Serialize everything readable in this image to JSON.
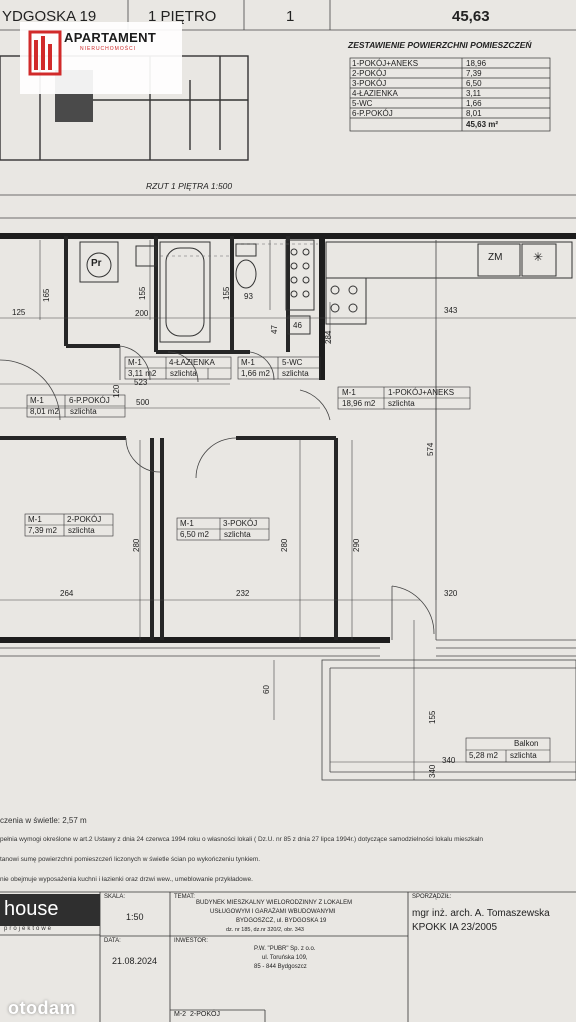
{
  "header": {
    "street": "YDGOSKA 19",
    "floor": "1 PIĘTRO",
    "unit": "1",
    "area": "45,63"
  },
  "logo": {
    "word": "APARTAMENT",
    "sub": "NIERUCHOMOŚCI",
    "accent": "#d12a2a"
  },
  "summary": {
    "title": "ZESTAWIENIE POWIERZCHNI POMIESZCZEŃ",
    "rows": [
      {
        "room": "1-POKÓJ+ANEKS",
        "area": "18,96"
      },
      {
        "room": "2-POKÓJ",
        "area": "7,39"
      },
      {
        "room": "3-POKÓJ",
        "area": "6,50"
      },
      {
        "room": "4-ŁAZIENKA",
        "area": "3,11"
      },
      {
        "room": "5-WC",
        "area": "1,66"
      },
      {
        "room": "6-P.POKÓJ",
        "area": "8,01"
      }
    ],
    "total": "45,63 m²"
  },
  "scale_caption": "RZUT 1 PIĘTRA 1:500",
  "rooms": {
    "lazienka": {
      "code": "M-1",
      "name": "4-ŁAZIENKA",
      "area": "3,11 m2",
      "finish": "szlichta"
    },
    "wc": {
      "code": "M-1",
      "name": "5-WC",
      "area": "1,66 m2",
      "finish": "szlichta"
    },
    "ppokoj": {
      "code": "M-1",
      "name": "6-P.POKÓJ",
      "area": "8,01 m2",
      "finish": "szlichta"
    },
    "pokoj1": {
      "code": "M-1",
      "name": "1-POKÓJ+ANEKS",
      "area": "18,96 m2",
      "finish": "szlichta"
    },
    "pokoj2": {
      "code": "M-1",
      "name": "2-POKÓJ",
      "area": "7,39 m2",
      "finish": "szlichta"
    },
    "pokoj3": {
      "code": "M-1",
      "name": "3-POKÓJ",
      "area": "6,50 m2",
      "finish": "szlichta"
    },
    "balkon": {
      "name": "Balkon",
      "area": "5,28 m2",
      "finish": "szlichta"
    }
  },
  "fixtures": {
    "washer": "Pr",
    "fridge": "ZM",
    "star": "✳"
  },
  "dims": {
    "d165": "165",
    "d125": "125",
    "d155a": "155",
    "d200": "200",
    "d155b": "155",
    "d93": "93",
    "d47": "47",
    "d46": "46",
    "d284": "284",
    "d343": "343",
    "d523": "523",
    "d120": "120",
    "d500": "500",
    "d574": "574",
    "d280a": "280",
    "d280b": "280",
    "d290": "290",
    "d264": "264",
    "d232": "232",
    "d320": "320",
    "d60": "60",
    "d155c": "155",
    "d340a": "340",
    "d340b": "340"
  },
  "height_note": "czenia w świetle: 2,57 m",
  "notes": [
    "pełnia wymogi określone w art.2 Ustawy z dnia 24 czerwca 1994 roku o własności lokali ( Dz.U. nr 85 z dnia 27 lipca 1994r.) dotyczące samodzielności lokalu mieszkaln",
    "tanowi sumę powierzchni pomieszczeń liczonych w świetle ścian po wykończeniu tynkiem.",
    "nie obejmuje wyposażenia kuchni i łazienki oraz drzwi wew., umeblowanie przykładowe."
  ],
  "titleblock": {
    "brand": "house",
    "brand_sub": "projektowe",
    "skala_label": "SKALA:",
    "skala": "1:50",
    "data_label": "DATA:",
    "date": "21.08.2024",
    "temat_label": "TEMAT:",
    "temat1": "BUDYNEK MIESZKALNY WIELORODZINNY Z LOKALEM",
    "temat2": "USŁUGOWYM I GARAŻAMI WBUDOWANYMI",
    "temat3": "BYDGOSZCZ, ul. BYDGOSKA 19",
    "temat4": "dz. nr 185, dz.nr 320/2, obr. 343",
    "inwestor_label": "INWESTOR:",
    "inw1": "P.W. \"PUBR\" Sp. z o.o.",
    "inw2": "ul. Toruńska 109,",
    "inw3": "85 - 844 Bydgoszcz",
    "sporzadzil_label": "SPORZĄDZIŁ:",
    "author": "mgr inż. arch. A. Tomaszewska",
    "license": "KPOKK IA 23/2005",
    "next_code": "M-2",
    "next_room": "2-POKÓJ"
  },
  "watermark": "otodam"
}
